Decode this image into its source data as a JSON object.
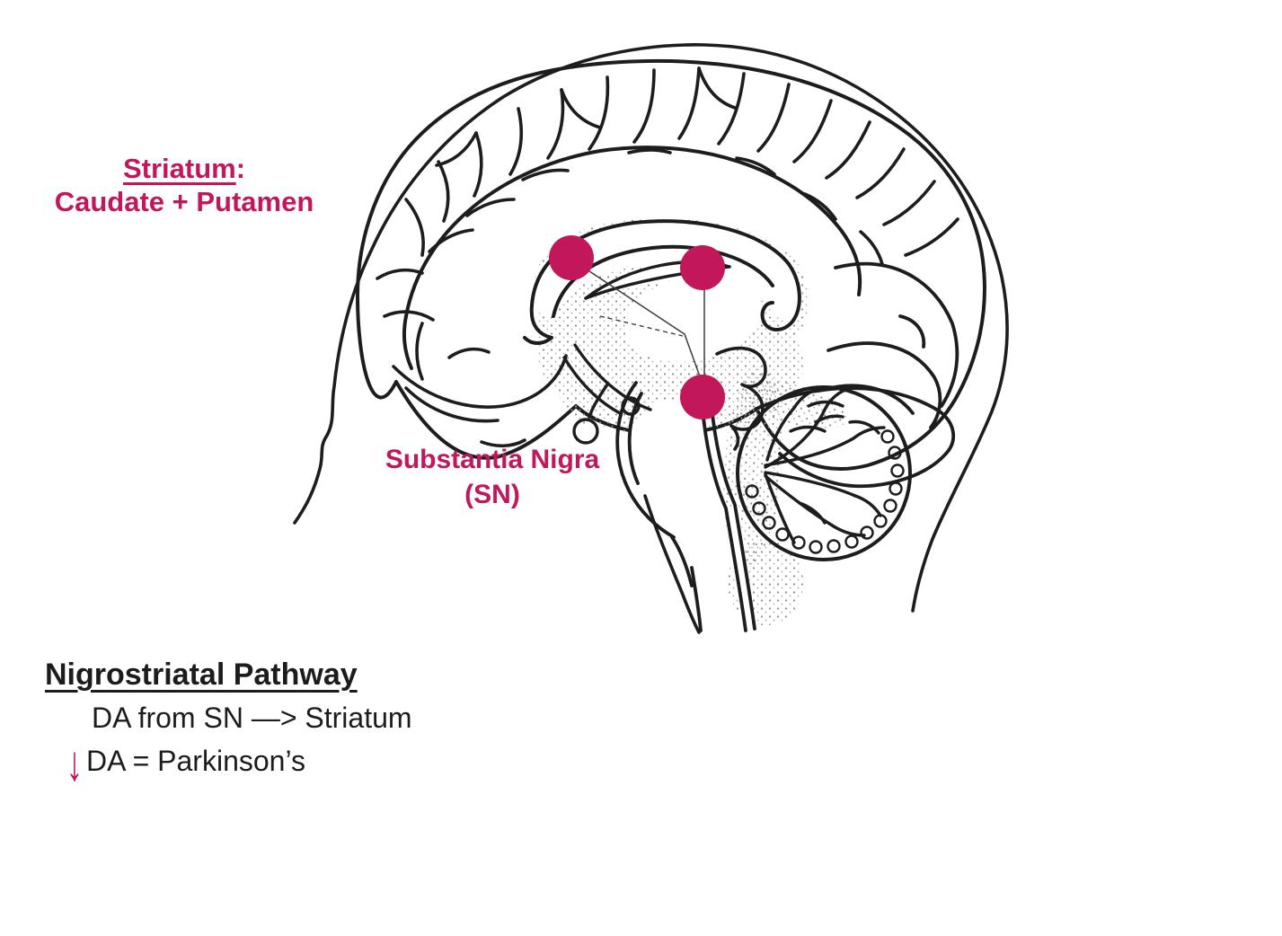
{
  "colors": {
    "accent_pink": "#C2185B",
    "line_ink": "#1d1d1d",
    "background": "#ffffff"
  },
  "figure": {
    "description": "Midsagittal line drawing of a human head and brain with cerebrum, corpus callosum, thalamus, brainstem and cerebellum",
    "markers": [
      {
        "name": "striatum-caudate-marker",
        "region": "Striatum (caudate)"
      },
      {
        "name": "striatum-putamen-marker",
        "region": "Striatum (putamen)"
      },
      {
        "name": "substantia-nigra-marker",
        "region": "Substantia Nigra"
      }
    ]
  },
  "labels": {
    "striatum": {
      "underlined": "Striatum",
      "suffix": ":",
      "line2": "Caudate + Putamen"
    },
    "substantia_nigra": {
      "line1": "Substantia Nigra",
      "line2": "(SN)"
    }
  },
  "notes": {
    "heading": "Nigrostriatal Pathway",
    "line1": "DA from SN —> Striatum",
    "arrow": "↓",
    "line2": "DA = Parkinson’s"
  }
}
